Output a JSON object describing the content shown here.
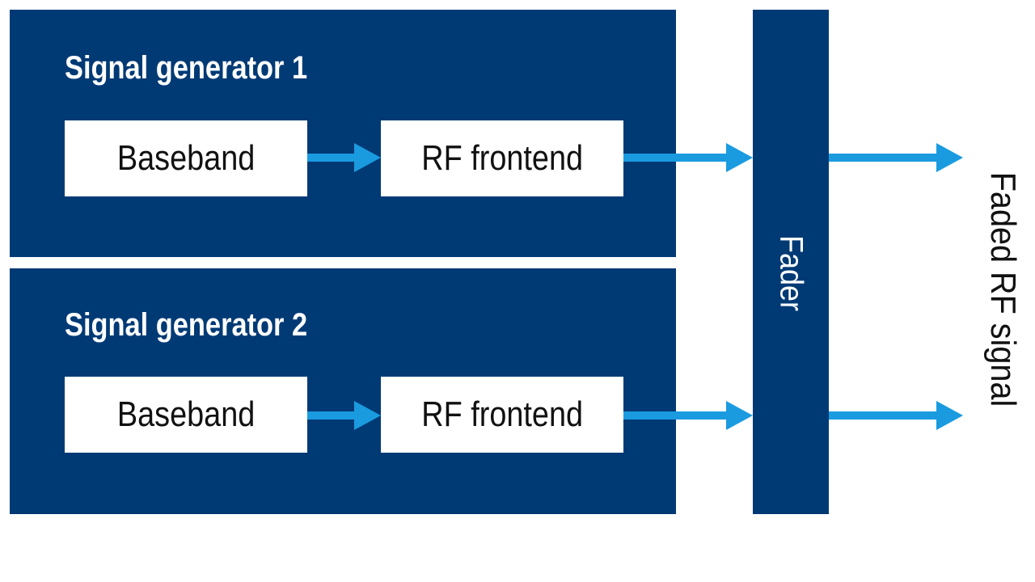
{
  "generators": [
    {
      "title": "Signal generator 1",
      "baseband_label": "Baseband",
      "rf_label": "RF frontend"
    },
    {
      "title": "Signal generator 2",
      "baseband_label": "Baseband",
      "rf_label": "RF frontend"
    }
  ],
  "fader": {
    "label": "Fader"
  },
  "output": {
    "label": "Faded RF signal"
  },
  "colors": {
    "panel": "#003a75",
    "arrow": "#1a9be0",
    "box": "#ffffff"
  }
}
